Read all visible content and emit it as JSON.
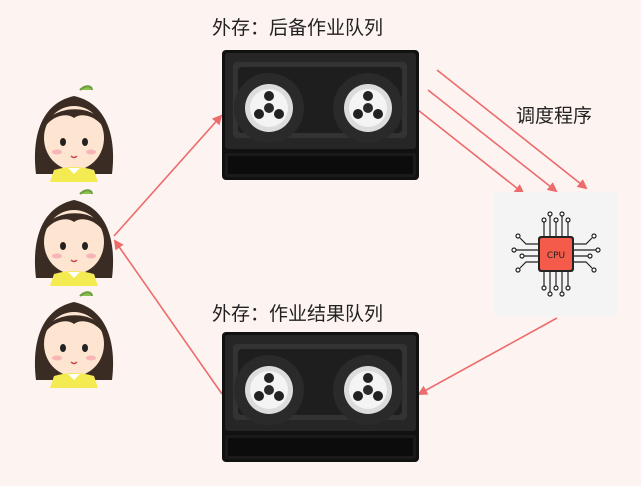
{
  "labels": {
    "backup_queue": "外存：后备作业队列",
    "result_queue": "外存：作业结果队列",
    "scheduler": "调度程序",
    "cpu_chip": "CPU"
  },
  "colors": {
    "background": "#fdf3f1",
    "arrow": "#ec6b6b",
    "tape_body": "#1c1c1c",
    "cpu_chip": "#f45b4a",
    "girl_dress": "#f4ea52",
    "girl_hair": "#3b2c23"
  },
  "icons": {
    "users": "girl-user-icon",
    "storage": "tape-drive-icon",
    "processor": "cpu-chip-icon"
  }
}
